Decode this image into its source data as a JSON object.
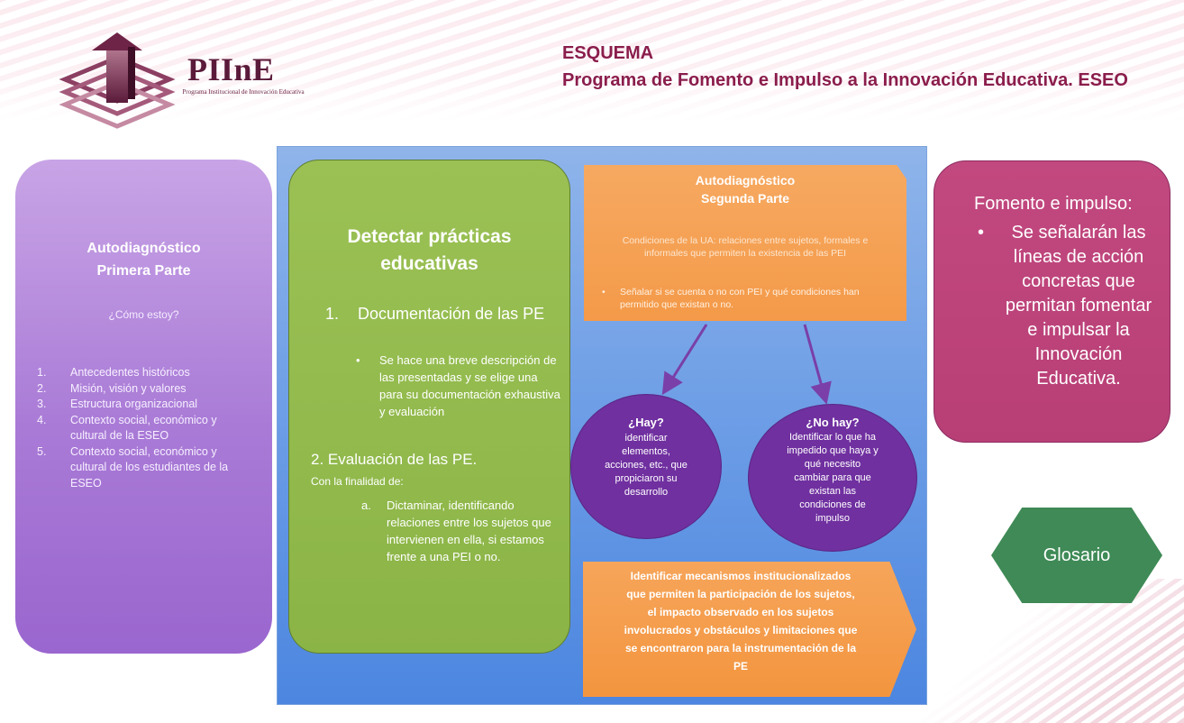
{
  "header": {
    "logo_name": "PIInE",
    "logo_subtitle": "Programa Institucional de Innovación Educativa",
    "title": "ESQUEMA",
    "subtitle": "Programa de Fomento e Impulso a la Innovación Educativa. ESEO"
  },
  "left_panel": {
    "title_line1": "Autodiagnóstico",
    "title_line2": "Primera Parte",
    "question": "¿Cómo estoy?",
    "items": [
      {
        "num": "1.",
        "text": "Antecedentes históricos"
      },
      {
        "num": "2.",
        "text": "Misión, visión y valores"
      },
      {
        "num": "3.",
        "text": "Estructura organizacional"
      },
      {
        "num": "4.",
        "text": "Contexto social, económico y cultural de la ESEO"
      },
      {
        "num": "5.",
        "text": "Contexto social, económico y cultural de los estudiantes de la ESEO"
      }
    ]
  },
  "green_panel": {
    "title_line1": "Detectar prácticas",
    "title_line2": "educativas",
    "section1_num": "1.",
    "section1_title": "Documentación de las PE",
    "section1_bullet": "Se hace una breve descripción de las presentadas y se elige una para su documentación exhaustiva y evaluación",
    "section2_title": "2. Evaluación de las PE.",
    "section2_sub": "Con la finalidad de:",
    "section2_item_letter": "a.",
    "section2_item_text": "Dictaminar, identificando relaciones entre los sujetos que intervienen en ella, si estamos frente a una PEI o no."
  },
  "orange_box": {
    "title_line1": "Autodiagnóstico",
    "title_line2": "Segunda Parte",
    "text": "Condiciones de la UA: relaciones entre sujetos, formales e informales que permiten la existencia de las PEI",
    "bullet": "Señalar si se cuenta o no con PEI y qué condiciones han permitido que existan o no."
  },
  "circle_hay": {
    "title": "¿Hay?",
    "lines": [
      "identificar",
      "elementos,",
      "acciones, etc., que",
      "propiciaron su",
      "desarrollo"
    ]
  },
  "circle_nohay": {
    "title": "¿No hay?",
    "lines": [
      "Identificar lo que ha",
      "impedido que haya y",
      "qué necesito",
      "cambiar para que",
      "existan las",
      "condiciones de",
      "impulso"
    ]
  },
  "orange_arrow": {
    "lines": [
      "Identificar mecanismos institucionalizados",
      "que permiten la participación de los sujetos,",
      "el impacto observado en los sujetos",
      "involucrados y obstáculos y limitaciones que",
      "se encontraron para la instrumentación de la",
      "PE"
    ]
  },
  "right_panel": {
    "title": "Fomento e impulso:",
    "bullet_char": "•",
    "bullet_lines": [
      "Se señalarán las",
      "líneas de acción",
      "concretas que",
      "permitan fomentar",
      "e impulsar la",
      "Innovación",
      "Educativa."
    ]
  },
  "glosario": {
    "label": "Glosario"
  },
  "colors": {
    "purple_panel": "#a97ad6",
    "blue_panel": "#6f9fe6",
    "green_panel": "#8bb446",
    "orange": "#f49a49",
    "circle_purple": "#7030a0",
    "pink_panel": "#b83f76",
    "glosario_green": "#3f8a56",
    "header_text": "#8a1d4c"
  }
}
